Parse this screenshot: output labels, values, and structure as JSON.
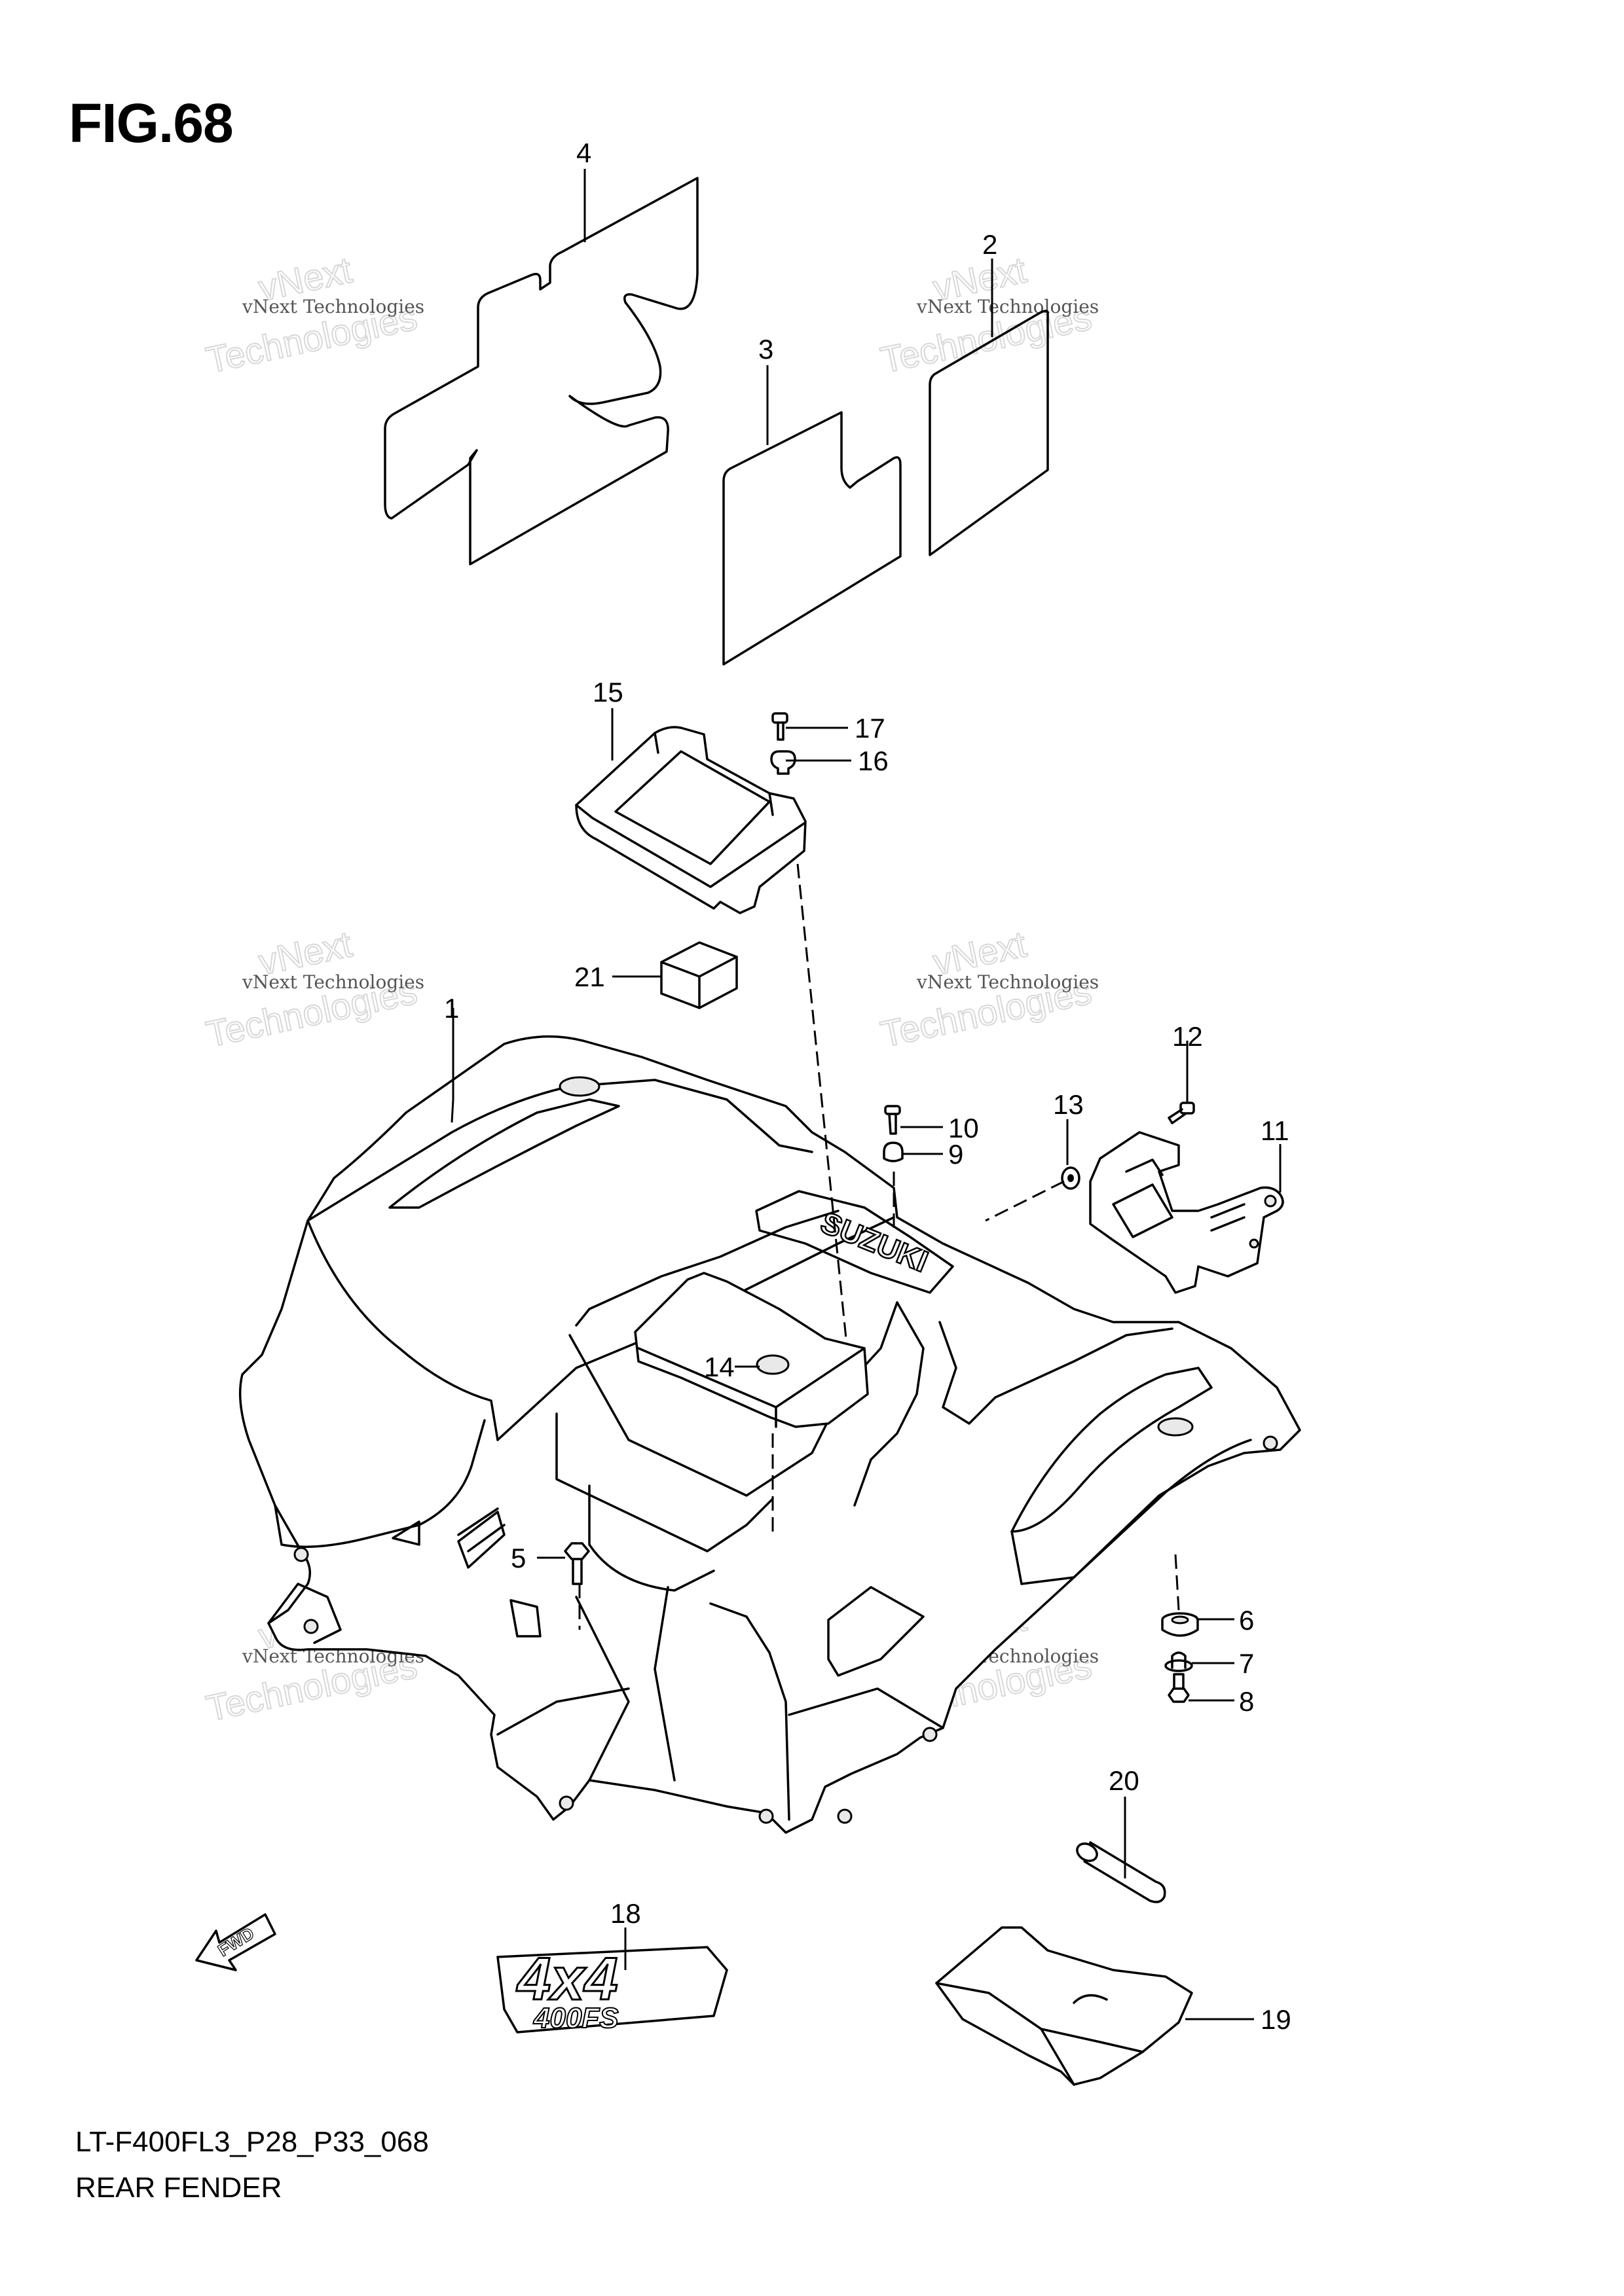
{
  "figure": {
    "title": "FIG.68",
    "code": "LT-F400FL3_P28_P33_068",
    "name": "REAR FENDER"
  },
  "watermark": {
    "line1": "vNext Technologies",
    "line2": "vNext",
    "line3": "Technologies"
  },
  "fwd_label": "FWD",
  "decal_18": {
    "line1": "4x4",
    "line2": "400FS"
  },
  "fender_emblem": "SUZUKI",
  "callouts": [
    "1",
    "2",
    "3",
    "4",
    "5",
    "6",
    "7",
    "8",
    "9",
    "10",
    "11",
    "12",
    "13",
    "14",
    "15",
    "16",
    "17",
    "18",
    "19",
    "20",
    "21"
  ]
}
